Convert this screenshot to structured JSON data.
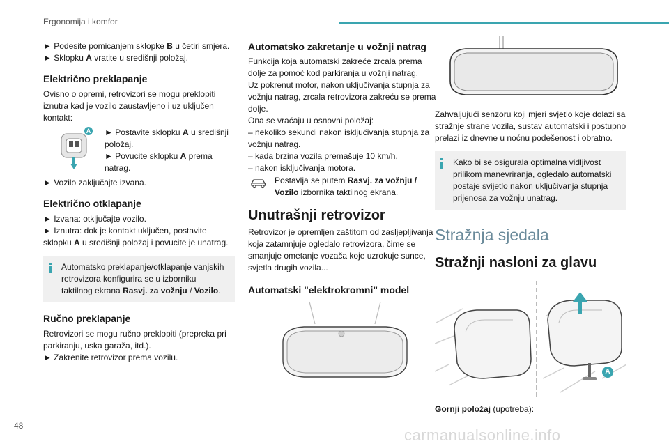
{
  "header": {
    "title": "Ergonomija i komfor"
  },
  "page_number": "48",
  "watermark": "carmanualsonline.info",
  "colors": {
    "accent": "#3aa5b0",
    "tip_bg": "#f0f0f0",
    "section_title": "#6a8a9a"
  },
  "col1": {
    "intro_pre1": "► Podesite pomicanjem sklopke ",
    "intro_key1": "B",
    "intro_post1": " u četiri smjera.",
    "intro_pre2": "► Sklopku ",
    "intro_key2": "A",
    "intro_post2": " vratite u središnji položaj.",
    "sec1_title": "Električno preklapanje",
    "sec1_text": "Ovisno o opremi, retrovizori se mogu preklopiti iznutra kad je vozilo zaustavljeno i uz uključen kontakt:",
    "switch_badge": "A",
    "sec1_step1_pre": "► Postavite sklopku ",
    "sec1_step1_key": "A",
    "sec1_step1_post": " u središnji položaj.",
    "sec1_step2_pre": "► Povucite sklopku ",
    "sec1_step2_key": "A",
    "sec1_step2_post": " prema natrag.",
    "sec1_step3": "► Vozilo zaključajte izvana.",
    "sec2_title": "Električno otklapanje",
    "sec2_step1": "► Izvana: otključajte vozilo.",
    "sec2_step2_pre": "► Iznutra: dok je kontakt uključen, postavite sklopku ",
    "sec2_step2_key": "A",
    "sec2_step2_post": " u središnji položaj i povucite je unatrag.",
    "tip1_pre": "Automatsko preklapanje/otklapanje vanjskih retrovizora konfigurira se u izborniku taktilnog ekrana ",
    "tip1_b1": "Rasvj. za vožnju",
    "tip1_mid": " / ",
    "tip1_b2": "Vozilo",
    "tip1_post": ".",
    "sec3_title": "Ručno preklapanje",
    "sec3_text": "Retrovizori se mogu ručno preklopiti (prepreka pri parkiranju, uska garaža, itd.).",
    "sec3_step": "► Zakrenite retrovizor prema vozilu."
  },
  "col2": {
    "sec1_title": "Automatsko zakretanje u vožnji natrag",
    "sec1_p1": "Funkcija koja automatski zakreće zrcala prema dolje za pomoć kod parkiranja u vožnji natrag.",
    "sec1_p2": "Uz pokrenut motor, nakon uključivanja stupnja za vožnju natrag, zrcala retrovizora zakreću se prema dolje.",
    "sec1_p3": "Ona se vraćaju u osnovni položaj:",
    "sec1_l1": "– nekoliko sekundi nakon isključivanja stupnja za vožnju natrag.",
    "sec1_l2": "– kada brzina vozila premašuje 10 km/h,",
    "sec1_l3": "– nakon isključivanja motora.",
    "car_note_pre": "Postavlja se putem ",
    "car_note_b": "Rasvj. za vožnju / Vozilo",
    "car_note_post": " izbornika taktilnog ekrana.",
    "sec2_title": "Unutrašnji retrovizor",
    "sec2_text": "Retrovizor je opremljen zaštitom od zasljepljivanja koja zatamnjuje ogledalo retrovizora, čime se smanjuje ometanje vozača koje uzrokuje sunce, svjetla drugih vozila...",
    "sec3_title": "Automatski \"elektrokromni\" model"
  },
  "col3": {
    "p1": "Zahvaljujući senzoru koji mjeri svjetlo koje dolazi sa stražnje strane vozila, sustav automatski i postupno prelazi iz dnevne u noćnu podešenost i obratno.",
    "tip": "Kako bi se osigurala optimalna vidljivost prilikom manevriranja, ogledalo automatski postaje svijetlo nakon uključivanja stupnja prijenosa za vožnju unatrag.",
    "section_title": "Stražnja sjedala",
    "sub_title": "Stražnji nasloni za glavu",
    "headrest_badge": "A",
    "last_b": "Gornji položaj",
    "last_post": " (upotreba):"
  }
}
